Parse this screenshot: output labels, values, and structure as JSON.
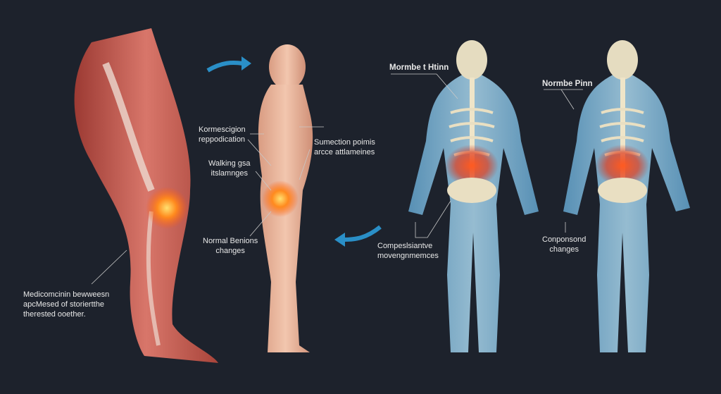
{
  "labels": {
    "kinematic": "Kormescigion\nreppodication",
    "walking": "Walking gsa\nitslamnges",
    "normal_benions": "Normal Benions\nchanges",
    "sumection": "Sumection poimis\narcce attlameines",
    "medico": "Medicomcinin bewweesn\napcMesed of storiertthe\ntherested ooether.",
    "normbe_htinn": "Mormbe t Htinn",
    "normbe_pinn": "Normbe Pinn",
    "compensative": "Compeslsiantve\nmovengnmemces",
    "componsond": "Conponsond\nchanges"
  },
  "colors": {
    "background": "#1d222c",
    "arrow": "#2a8fc7",
    "inflammation": "#ff7a1a",
    "skin": "#e9b9a0",
    "muscle": "#c8584a",
    "body_blue": "#7fb6d6",
    "bone": "#e9dfc2"
  }
}
